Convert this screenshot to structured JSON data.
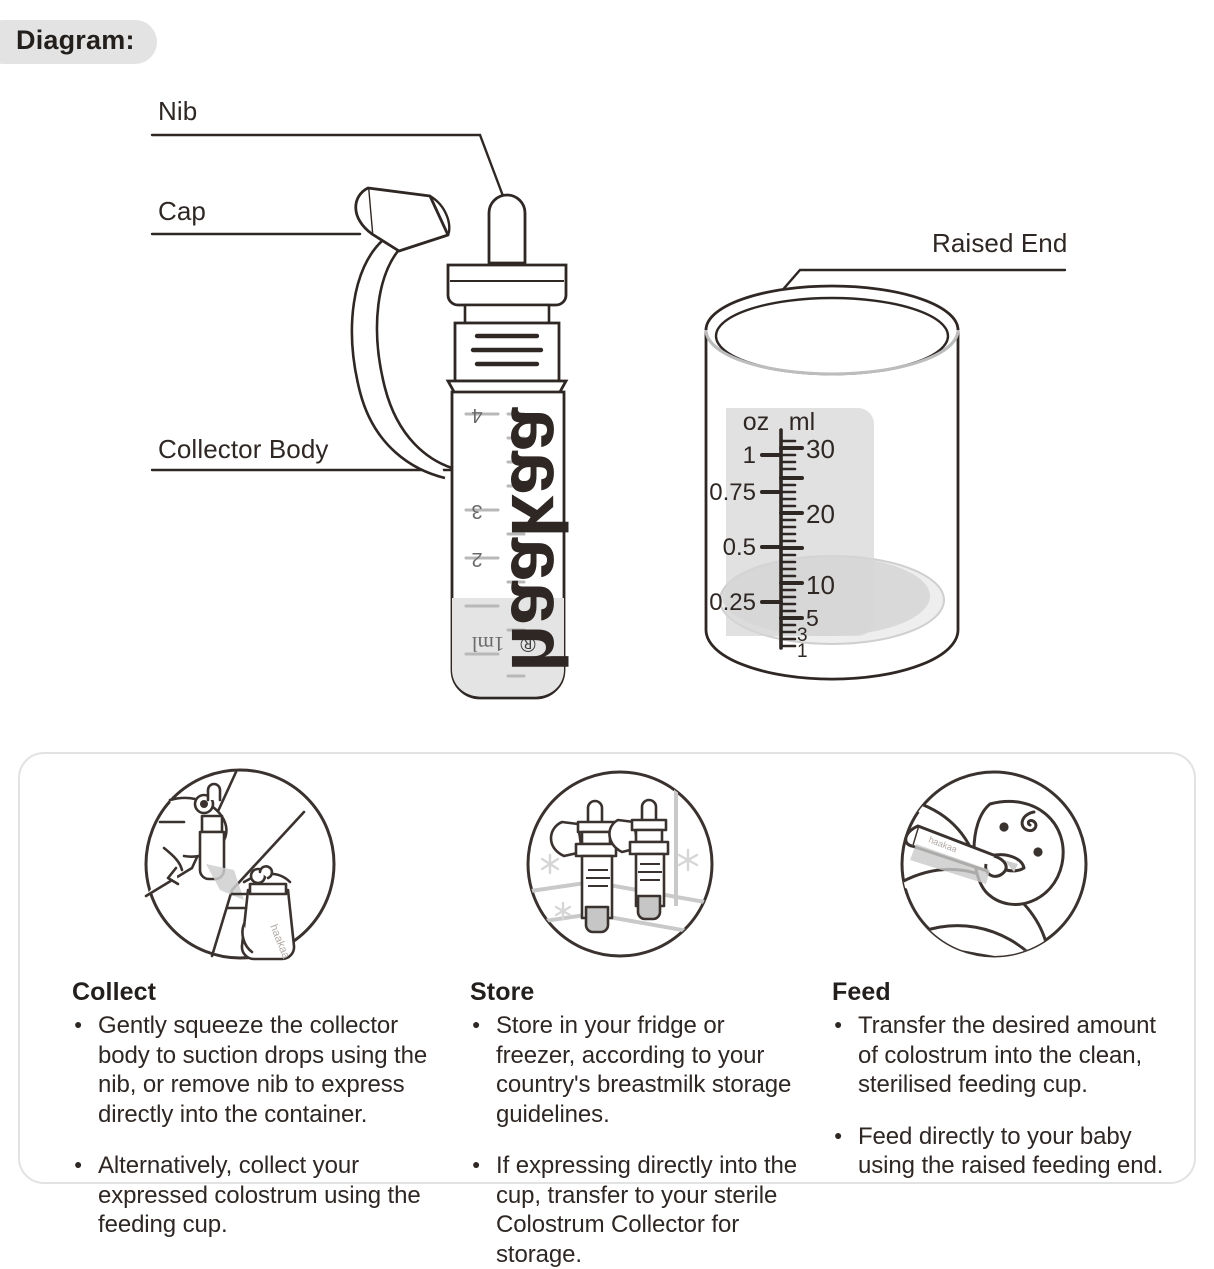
{
  "badge": {
    "text": "Diagram:"
  },
  "callouts": [
    {
      "name": "nib",
      "label": "Nib"
    },
    {
      "name": "cap",
      "label": "Cap"
    },
    {
      "name": "collector-body",
      "label": "Collector Body"
    },
    {
      "name": "raised-end",
      "label": "Raised End"
    }
  ],
  "collector": {
    "brand": "haakaa",
    "registered_mark": "®",
    "unit_label": "1ml",
    "graduations": [
      "4",
      "3",
      "2"
    ]
  },
  "cup": {
    "scale_headers": {
      "left": "oz",
      "right": "ml"
    },
    "oz_ticks": [
      "1",
      "0.75",
      "0.5",
      "0.25"
    ],
    "ml_ticks": [
      "30",
      "20",
      "10",
      "5",
      "3",
      "1"
    ]
  },
  "instructions": {
    "steps": [
      {
        "icon": "squeeze-collector-icon",
        "title": "Collect",
        "bullets": [
          "Gently squeeze the collector body to suction drops using the nib, or remove nib to express directly into the container.",
          "Alternatively, collect your expressed colostrum using the feeding cup."
        ]
      },
      {
        "icon": "freezer-storage-icon",
        "title": "Store",
        "bullets": [
          "Store in your fridge or freezer, according to your country's breastmilk storage guidelines.",
          "If expressing directly into the cup, transfer to your sterile Colostrum Collector for storage."
        ]
      },
      {
        "icon": "baby-feeding-icon",
        "title": "Feed",
        "bullets": [
          "Transfer the desired amount of colostrum into the clean, sterilised feeding cup.",
          "Feed directly to your baby using the raised feeding end."
        ]
      }
    ]
  },
  "colors": {
    "ink": "#2e2724",
    "badge_bg": "#e3e3e3",
    "panel_border": "#e2e2e2",
    "shade_light": "#ededed",
    "shade_mid": "#d8d8d8",
    "shade_dark": "#c9c9c9"
  }
}
